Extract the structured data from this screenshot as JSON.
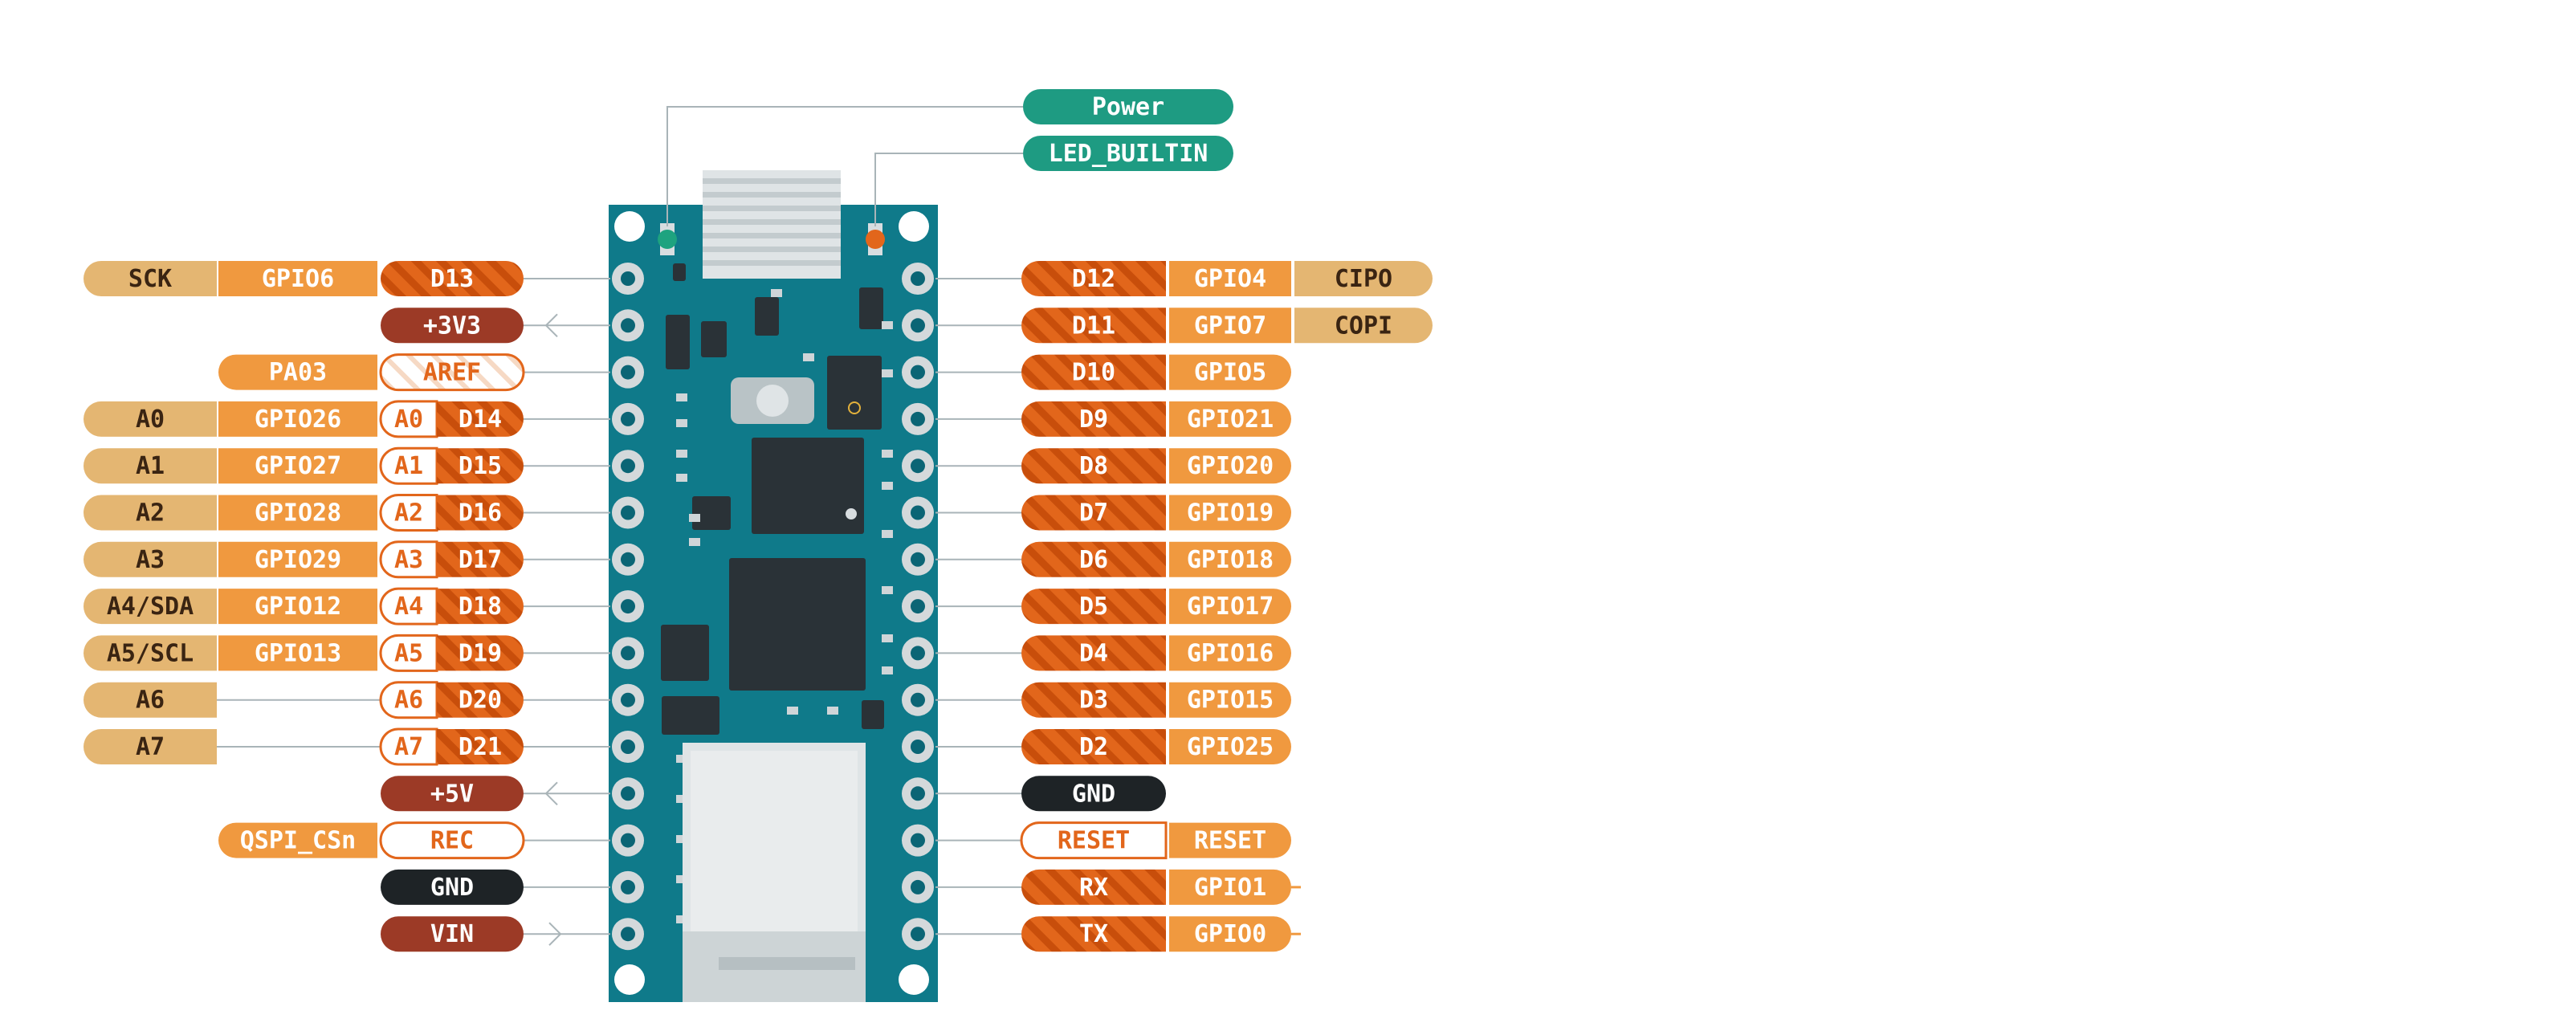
{
  "top_labels": [
    {
      "text": "Power",
      "kind": "power"
    },
    {
      "text": "LED_BUILTIN",
      "kind": "power"
    }
  ],
  "left_rows": [
    {
      "pin": {
        "text": "D13",
        "kind": "digital"
      },
      "pre": [
        {
          "text": "GPIO6",
          "kind": "gpio"
        },
        {
          "text": "SCK",
          "kind": "periph"
        }
      ],
      "conn": "line"
    },
    {
      "pin": {
        "text": "+3V3",
        "kind": "supply"
      },
      "pre": [],
      "conn": "arrow-in"
    },
    {
      "pin": {
        "text": "AREF",
        "kind": "aref"
      },
      "pre": [
        {
          "text": "PA03",
          "kind": "gpio"
        }
      ],
      "conn": "line"
    },
    {
      "pin": {
        "text": "D14",
        "kind": "digital"
      },
      "analog": "A0",
      "pre": [
        {
          "text": "GPIO26",
          "kind": "gpio"
        },
        {
          "text": "A0",
          "kind": "periph"
        }
      ],
      "conn": "line"
    },
    {
      "pin": {
        "text": "D15",
        "kind": "digital"
      },
      "analog": "A1",
      "pre": [
        {
          "text": "GPIO27",
          "kind": "gpio"
        },
        {
          "text": "A1",
          "kind": "periph"
        }
      ],
      "conn": "line"
    },
    {
      "pin": {
        "text": "D16",
        "kind": "digital"
      },
      "analog": "A2",
      "pre": [
        {
          "text": "GPIO28",
          "kind": "gpio"
        },
        {
          "text": "A2",
          "kind": "periph"
        }
      ],
      "conn": "line"
    },
    {
      "pin": {
        "text": "D17",
        "kind": "digital"
      },
      "analog": "A3",
      "pre": [
        {
          "text": "GPIO29",
          "kind": "gpio"
        },
        {
          "text": "A3",
          "kind": "periph"
        }
      ],
      "conn": "line"
    },
    {
      "pin": {
        "text": "D18",
        "kind": "digital"
      },
      "analog": "A4",
      "pre": [
        {
          "text": "GPIO12",
          "kind": "gpio"
        },
        {
          "text": "A4/SDA",
          "kind": "periph"
        }
      ],
      "conn": "line"
    },
    {
      "pin": {
        "text": "D19",
        "kind": "digital"
      },
      "analog": "A5",
      "pre": [
        {
          "text": "GPIO13",
          "kind": "gpio"
        },
        {
          "text": "A5/SCL",
          "kind": "periph"
        }
      ],
      "conn": "line"
    },
    {
      "pin": {
        "text": "D20",
        "kind": "digital"
      },
      "analog": "A6",
      "pre": [
        {
          "text": "A6",
          "kind": "periph",
          "far": true
        }
      ],
      "conn": "line"
    },
    {
      "pin": {
        "text": "D21",
        "kind": "digital"
      },
      "analog": "A7",
      "pre": [
        {
          "text": "A7",
          "kind": "periph",
          "far": true
        }
      ],
      "conn": "line"
    },
    {
      "pin": {
        "text": "+5V",
        "kind": "supply"
      },
      "pre": [],
      "conn": "arrow-in"
    },
    {
      "pin": {
        "text": "REC",
        "kind": "outline"
      },
      "pre": [
        {
          "text": "QSPI_CSn",
          "kind": "gpio"
        }
      ],
      "conn": "line"
    },
    {
      "pin": {
        "text": "GND",
        "kind": "ground"
      },
      "pre": [],
      "conn": "line"
    },
    {
      "pin": {
        "text": "VIN",
        "kind": "supply"
      },
      "pre": [],
      "conn": "arrow-out"
    }
  ],
  "right_rows": [
    {
      "pin": {
        "text": "D12",
        "kind": "digital"
      },
      "post": [
        {
          "text": "GPIO4",
          "kind": "gpio"
        },
        {
          "text": "CIPO",
          "kind": "periph"
        }
      ]
    },
    {
      "pin": {
        "text": "D11",
        "kind": "digital"
      },
      "post": [
        {
          "text": "GPIO7",
          "kind": "gpio"
        },
        {
          "text": "COPI",
          "kind": "periph"
        }
      ]
    },
    {
      "pin": {
        "text": "D10",
        "kind": "digital"
      },
      "post": [
        {
          "text": "GPIO5",
          "kind": "gpio"
        }
      ]
    },
    {
      "pin": {
        "text": "D9",
        "kind": "digital"
      },
      "post": [
        {
          "text": "GPIO21",
          "kind": "gpio"
        }
      ]
    },
    {
      "pin": {
        "text": "D8",
        "kind": "digital"
      },
      "post": [
        {
          "text": "GPIO20",
          "kind": "gpio"
        }
      ]
    },
    {
      "pin": {
        "text": "D7",
        "kind": "digital"
      },
      "post": [
        {
          "text": "GPIO19",
          "kind": "gpio"
        }
      ]
    },
    {
      "pin": {
        "text": "D6",
        "kind": "digital"
      },
      "post": [
        {
          "text": "GPIO18",
          "kind": "gpio"
        }
      ]
    },
    {
      "pin": {
        "text": "D5",
        "kind": "digital"
      },
      "post": [
        {
          "text": "GPIO17",
          "kind": "gpio"
        }
      ]
    },
    {
      "pin": {
        "text": "D4",
        "kind": "digital"
      },
      "post": [
        {
          "text": "GPIO16",
          "kind": "gpio"
        }
      ]
    },
    {
      "pin": {
        "text": "D3",
        "kind": "digital"
      },
      "post": [
        {
          "text": "GPIO15",
          "kind": "gpio"
        }
      ]
    },
    {
      "pin": {
        "text": "D2",
        "kind": "digital"
      },
      "post": [
        {
          "text": "GPIO25",
          "kind": "gpio"
        }
      ]
    },
    {
      "pin": {
        "text": "GND",
        "kind": "ground"
      },
      "post": []
    },
    {
      "pin": {
        "text": "RESET",
        "kind": "outline"
      },
      "post": [
        {
          "text": "RESET",
          "kind": "gpio"
        }
      ]
    },
    {
      "pin": {
        "text": "RX",
        "kind": "digital"
      },
      "post": [
        {
          "text": "GPIO1",
          "kind": "gpio",
          "tail": true
        }
      ]
    },
    {
      "pin": {
        "text": "TX",
        "kind": "digital"
      },
      "post": [
        {
          "text": "GPIO0",
          "kind": "gpio",
          "tail": true
        }
      ]
    }
  ],
  "colors": {
    "board": "#0f7a8a",
    "board_edge": "#0b6575",
    "digital": "#e2661b",
    "digital_stripe": "#c84e0b",
    "gpio": "#f0993f",
    "periph": "#e4b672",
    "supply": "#9c3a26",
    "ground": "#1e2326",
    "power_label": "#1e9b82",
    "outline": "#e2661b",
    "text_dark": "#3a2412",
    "text_light": "#ffffff",
    "connector": "#a9b4b8",
    "chip": "#2a3237",
    "led_green": "#1ea37f",
    "led_orange": "#e2661b"
  }
}
